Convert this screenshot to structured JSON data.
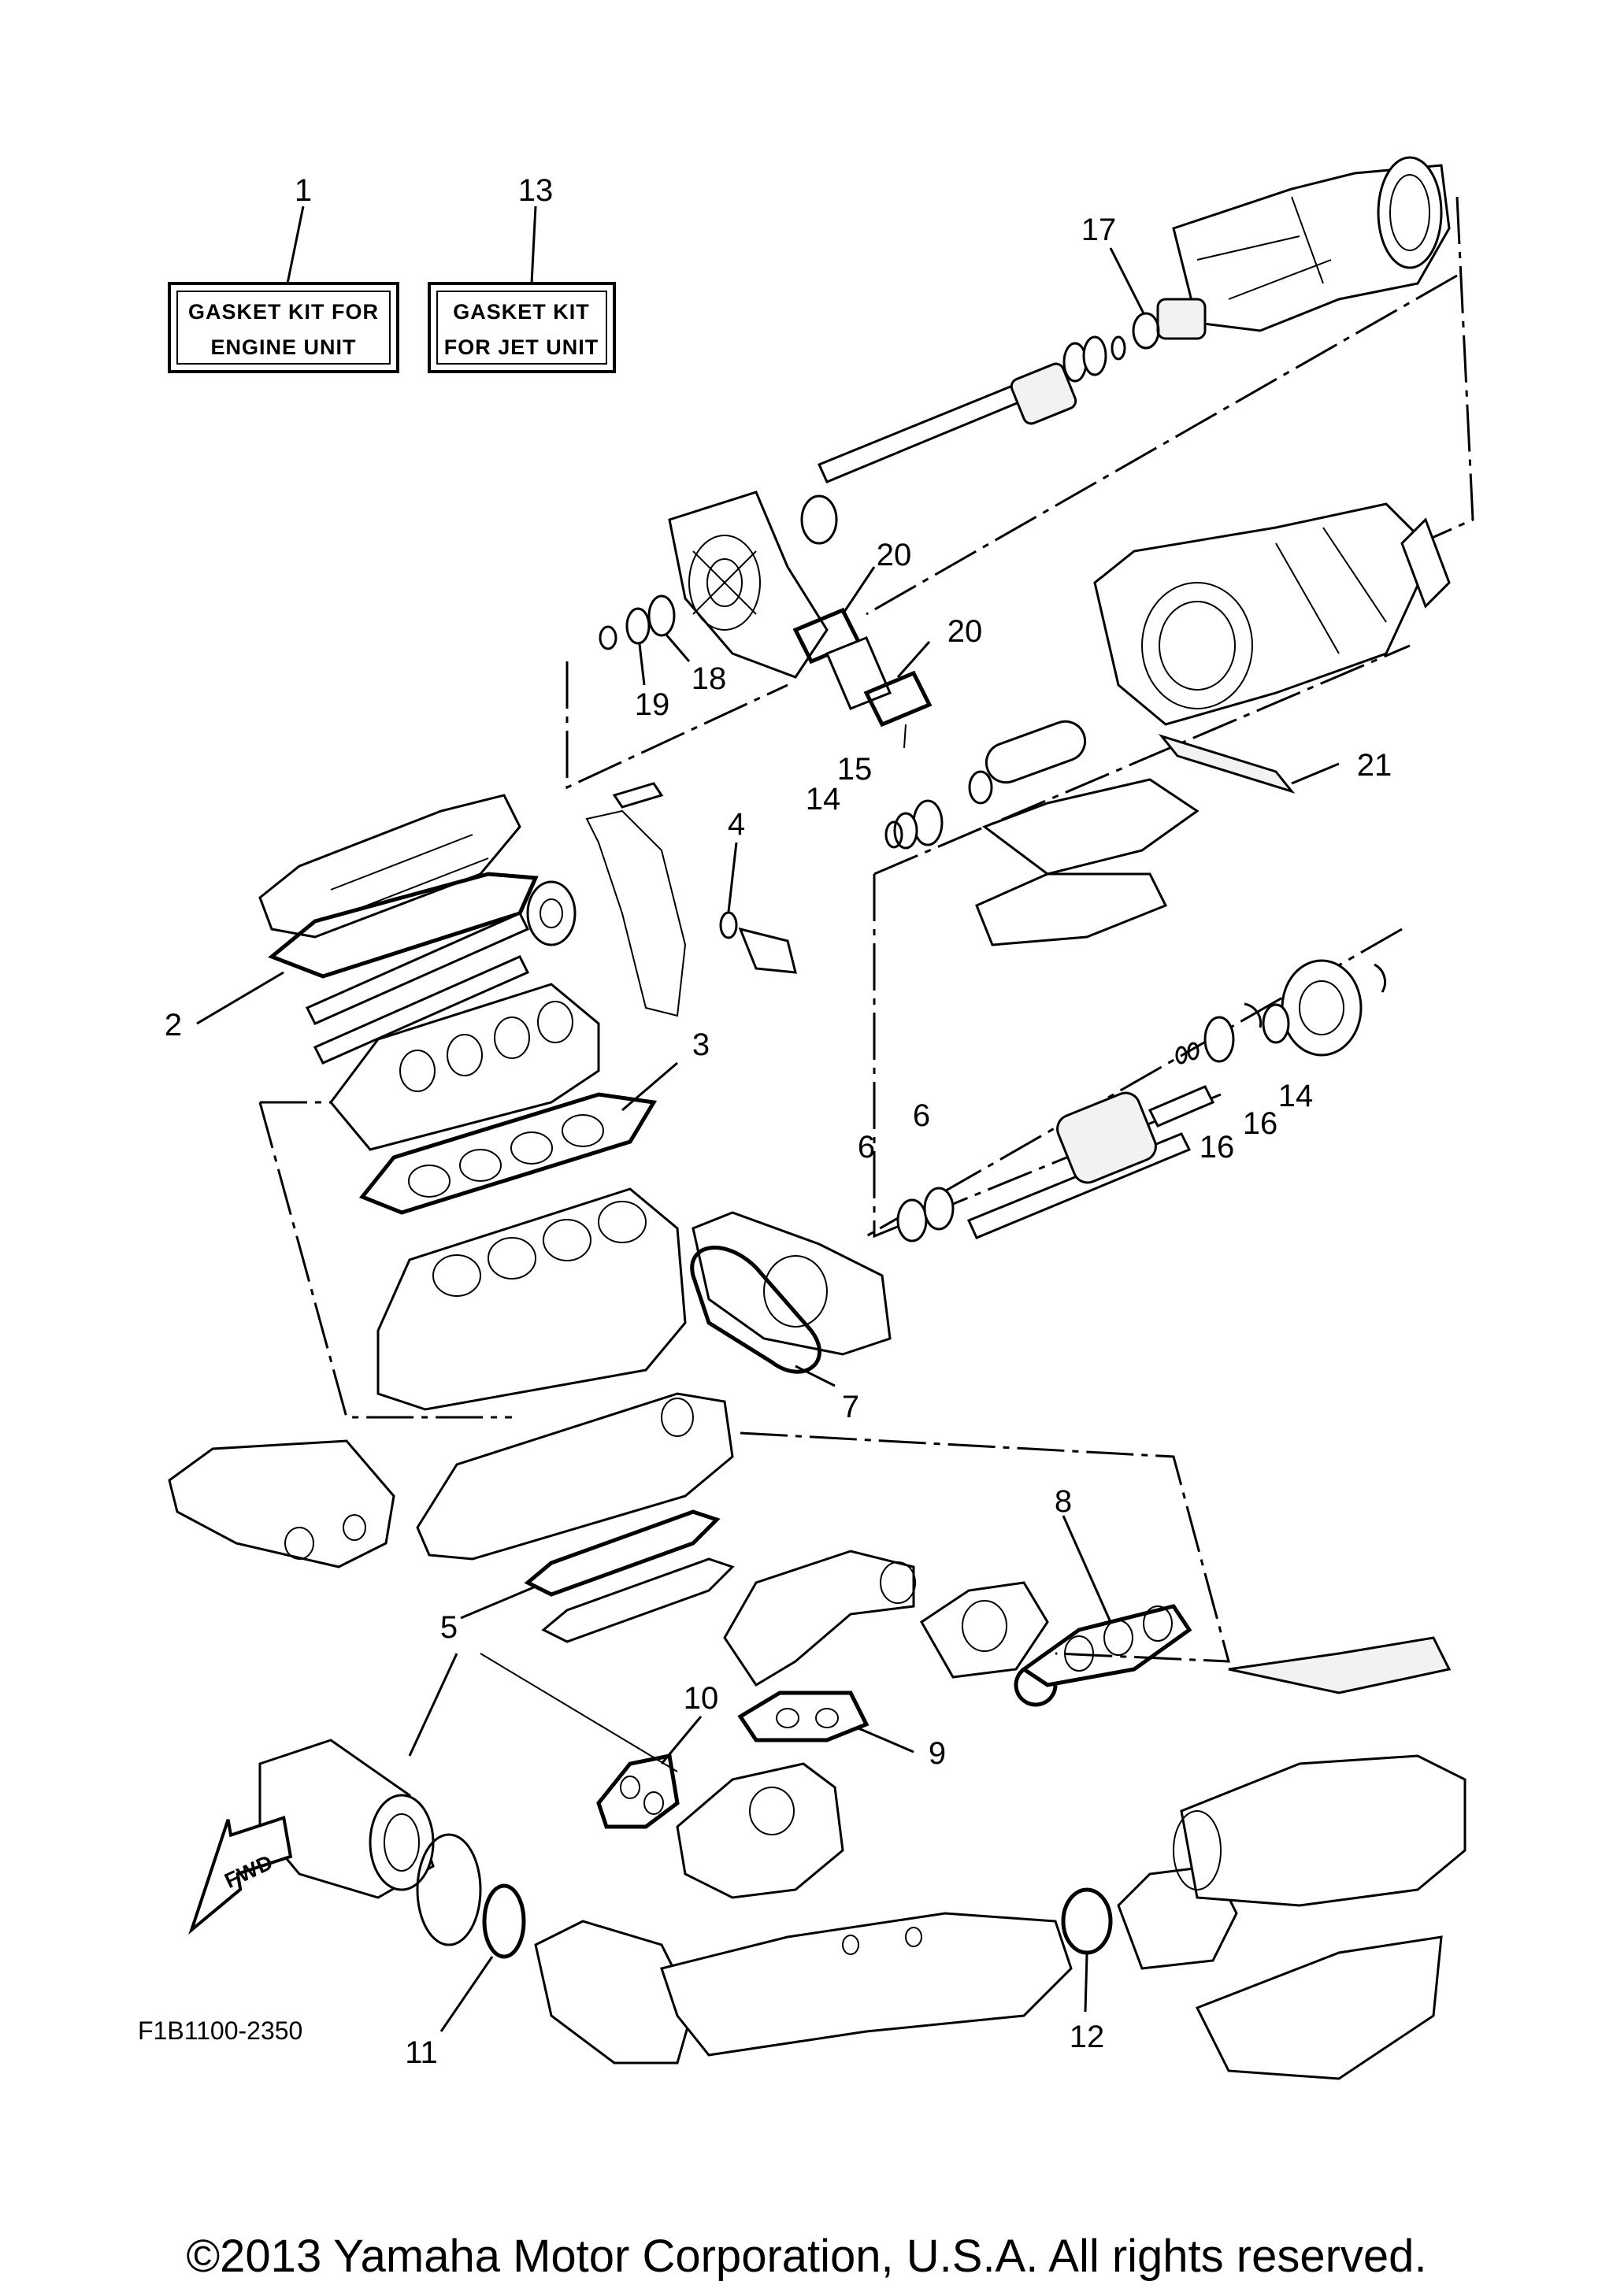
{
  "kit_boxes": [
    {
      "ref": "1",
      "line1": "GASKET KIT FOR",
      "line2": "ENGINE UNIT"
    },
    {
      "ref": "13",
      "line1": "GASKET KIT",
      "line2": "FOR JET UNIT"
    }
  ],
  "callouts": {
    "c2": "2",
    "c3": "3",
    "c4": "4",
    "c5": "5",
    "c6a": "6",
    "c6b": "6",
    "c7": "7",
    "c8": "8",
    "c9": "9",
    "c10": "10",
    "c11": "11",
    "c12": "12",
    "c14a": "14",
    "c14b": "14",
    "c15": "15",
    "c16a": "16",
    "c16b": "16",
    "c17": "17",
    "c18": "18",
    "c19": "19",
    "c20a": "20",
    "c20b": "20",
    "c21": "21"
  },
  "fwd_label": "FWD",
  "figure_code": "F1B1100-2350",
  "copyright": "©2013 Yamaha Motor Corporation, U.S.A. All rights reserved."
}
